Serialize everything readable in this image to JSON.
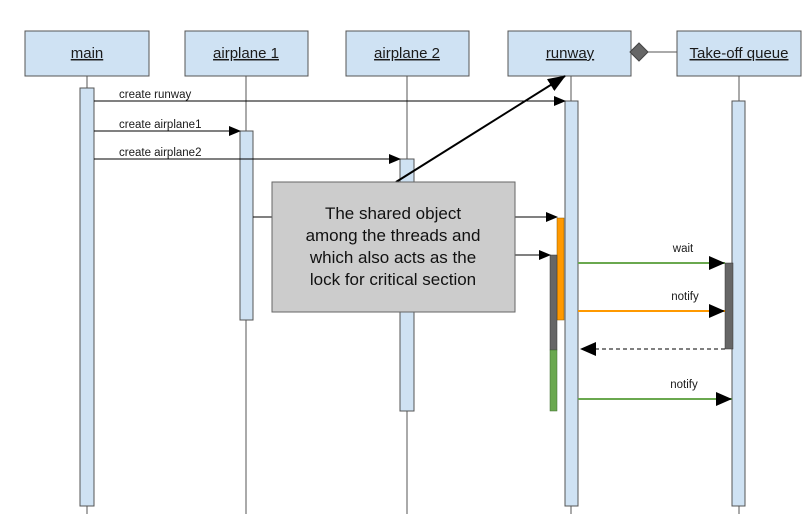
{
  "colors": {
    "header_fill": "#cfe2f3",
    "header_stroke": "#555555",
    "activation_fill": "#cfe2f3",
    "note_fill": "#cccccc",
    "green": "#6aa84f",
    "orange": "#ff9900",
    "dark_gray": "#666666"
  },
  "lifelines": [
    {
      "id": "main",
      "label": "main"
    },
    {
      "id": "airplane1",
      "label": "airplane 1"
    },
    {
      "id": "airplane2",
      "label": "airplane 2"
    },
    {
      "id": "runway",
      "label": "runway"
    },
    {
      "id": "queue",
      "label": "Take-off queue"
    }
  ],
  "messages": [
    {
      "id": "create-runway",
      "label": "create runway"
    },
    {
      "id": "create-airplane1",
      "label": "create airplane1"
    },
    {
      "id": "create-airplane2",
      "label": "create airplane2"
    },
    {
      "id": "wait",
      "label": "wait"
    },
    {
      "id": "notify-1",
      "label": "notify"
    },
    {
      "id": "notify-2",
      "label": "notify"
    }
  ],
  "note": {
    "lines": [
      "The shared object",
      "among the threads and",
      "which also acts as the",
      "lock for critical section"
    ]
  }
}
